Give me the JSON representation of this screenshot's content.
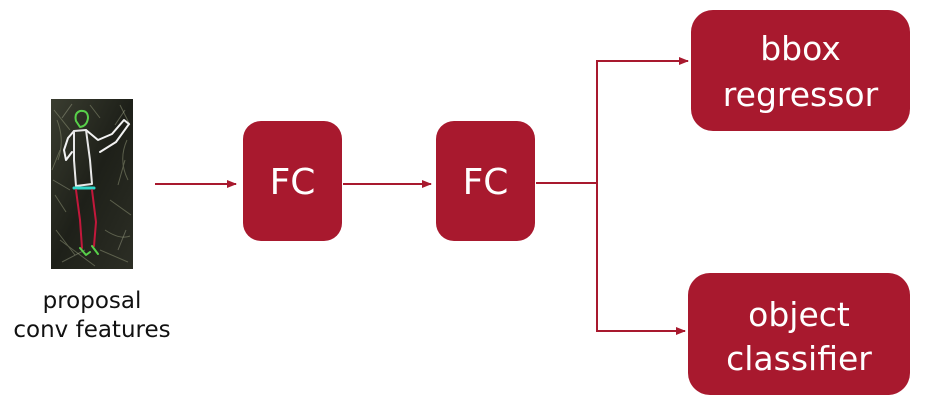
{
  "colors": {
    "box_fill": "#a8192e",
    "arrow": "#a8192e",
    "box_text": "#ffffff",
    "caption_text": "#111111"
  },
  "input": {
    "image_icon": "pedestrian-edge-map-image",
    "caption_lines": [
      "proposal",
      "conv features"
    ]
  },
  "nodes": {
    "fc1": {
      "label": "FC"
    },
    "fc2": {
      "label": "FC"
    },
    "bbox_regressor": {
      "lines": [
        "bbox",
        "regressor"
      ]
    },
    "object_classifier": {
      "lines": [
        "object",
        "classifier"
      ]
    }
  },
  "edges": [
    {
      "from": "input",
      "to": "fc1"
    },
    {
      "from": "fc1",
      "to": "fc2"
    },
    {
      "from": "fc2",
      "to": "bbox_regressor"
    },
    {
      "from": "fc2",
      "to": "object_classifier"
    }
  ]
}
